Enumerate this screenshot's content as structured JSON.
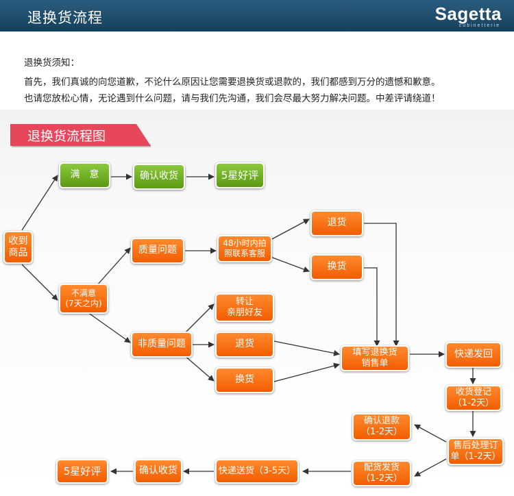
{
  "header": {
    "title": "退换货流程",
    "brand": "Sagetta",
    "brand_sub": "cubinetterie"
  },
  "notice": {
    "heading": "退换货须知：",
    "line1": "首先，我们真诚的向您道歉，不论什么原因让您需要退换货或退款的，我们都感到万分的遗憾和歉意。",
    "line2": "也请您放松心情，无论遇到什么问题，请与我们先沟通，我们会尽最大努力解决问题。中差评请绕道！"
  },
  "flow": {
    "title": "退换货流程图",
    "nodes": {
      "receive": "收到\n商品",
      "satisfied": "满　意",
      "confirm_receipt_top": "确认收货",
      "five_star_top": "5星好评",
      "quality_issue": "质量问题",
      "contact_48h": "48小时内拍\n照联系客服",
      "return_top": "退货",
      "exchange_top": "换货",
      "unsatisfied": "不满意\n(7天之内)",
      "transfer": "转让\n亲朋好友",
      "non_quality_issue": "非质量问题",
      "return_mid": "退货",
      "exchange_mid": "换货",
      "fill_form": "填写退换货\n销售单",
      "express_return": "快递发回",
      "receipt_register": "收货登记\n（1-2天）",
      "confirm_refund": "确认退款\n（1-2天）",
      "after_sales": "售后处理订\n单（1-2天）",
      "ship_out": "配货发货\n（1-2天）",
      "express_delivery": "快递送货（3-5天）",
      "confirm_receipt_bottom": "确认收货",
      "five_star_bottom": "5星好评"
    }
  },
  "colors": {
    "header": "#1d4a6a",
    "node_orange": "#f56a0e",
    "node_green": "#6fae22",
    "ribbon": "#e6475a",
    "arrow": "#333333"
  }
}
